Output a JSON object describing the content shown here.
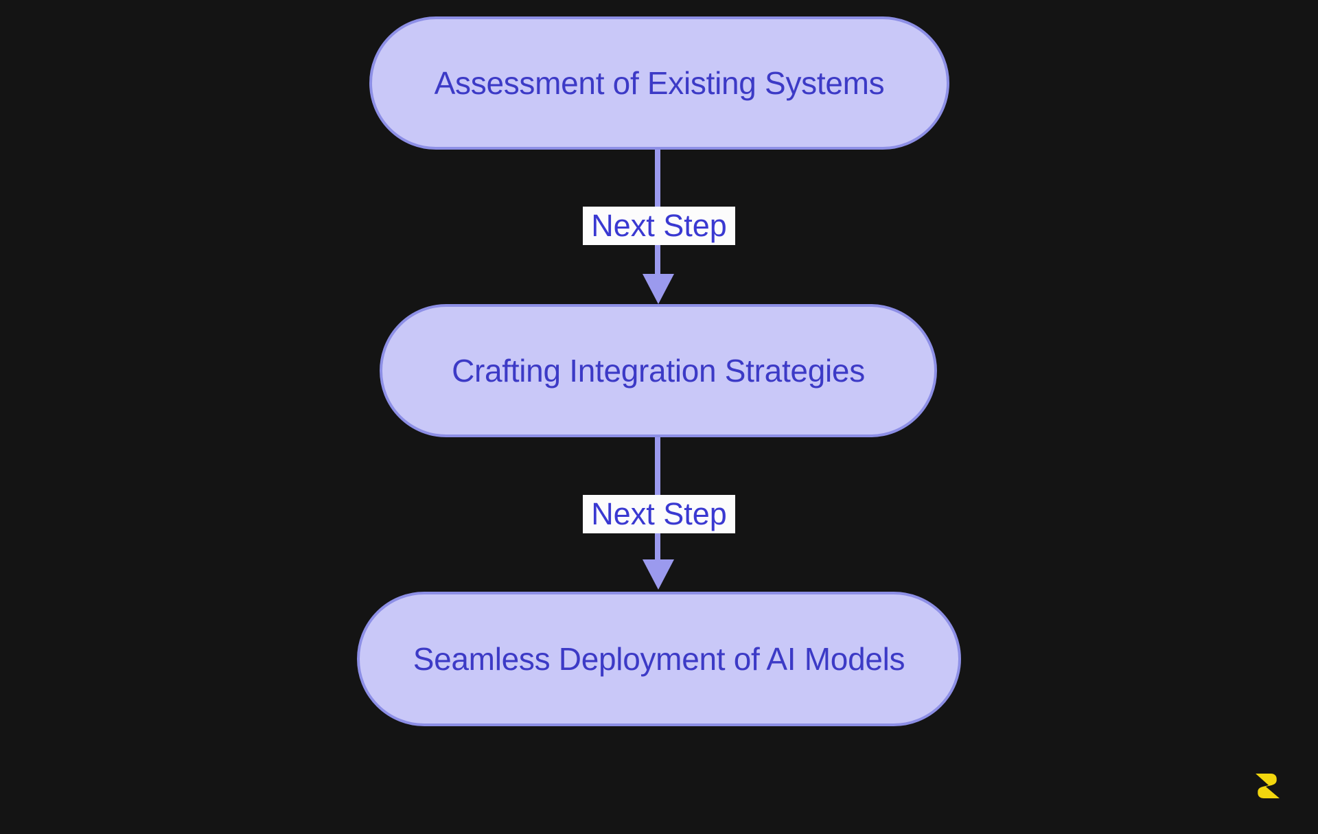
{
  "diagram": {
    "type": "flowchart",
    "direction": "top-down",
    "nodes": [
      {
        "id": "node-1",
        "label": "Assessment of Existing Systems"
      },
      {
        "id": "node-2",
        "label": "Crafting Integration Strategies"
      },
      {
        "id": "node-3",
        "label": "Seamless Deployment of AI Models"
      }
    ],
    "edges": [
      {
        "from": 0,
        "to": 1,
        "label": "Next Step"
      },
      {
        "from": 1,
        "to": 2,
        "label": "Next Step"
      }
    ]
  },
  "branding": {
    "logo_icon": "s-logo",
    "logo_color": "#f2d60e"
  },
  "colors": {
    "background": "#141414",
    "node_fill": "#c9c8f8",
    "node_border": "#8d8fe6",
    "node_text": "#3c3ac6",
    "connector": "#9b9aee",
    "edge_label_background": "#fcfcfc",
    "edge_label_text": "#3a39d1"
  }
}
